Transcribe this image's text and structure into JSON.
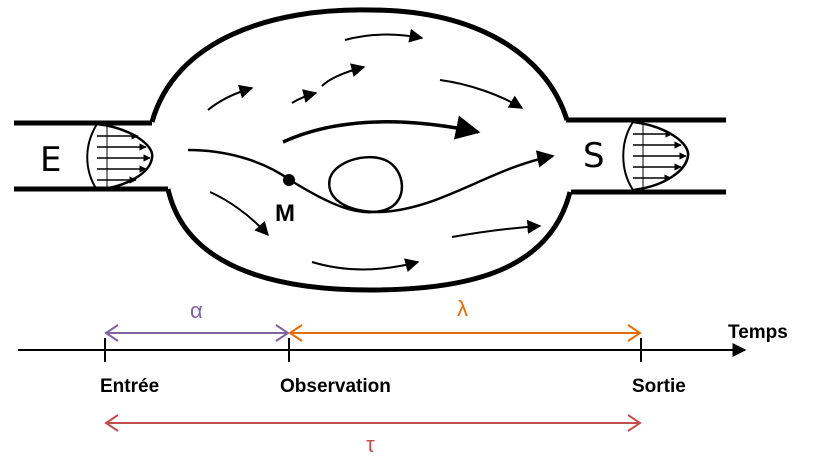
{
  "diagram": {
    "vessel": {
      "inlet_label": "E",
      "outlet_label": "S",
      "point_label": "M"
    },
    "timeline": {
      "axis_label": "Temps",
      "ticks": {
        "entry": "Entrée",
        "observation": "Observation",
        "exit": "Sortie"
      },
      "intervals": {
        "alpha": "α",
        "lambda": "λ",
        "tau": "τ"
      }
    },
    "colors": {
      "ink": "#000000",
      "alpha": "#8064a2",
      "lambda": "#e36c09",
      "tau": "#c0504d"
    }
  }
}
